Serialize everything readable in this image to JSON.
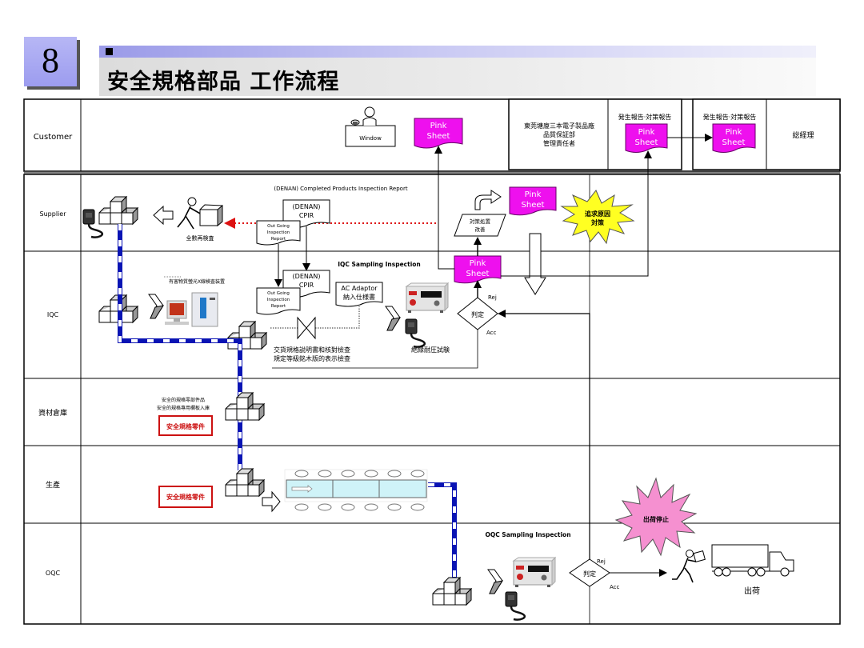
{
  "slide": {
    "number": "8",
    "title": "安全規格部品 工作流程"
  },
  "lanes": [
    {
      "id": "customer",
      "label": "Customer"
    },
    {
      "id": "supplier",
      "label": "Supplier"
    },
    {
      "id": "iqc",
      "label": "IQC"
    },
    {
      "id": "warehouse",
      "label": "資材倉庫"
    },
    {
      "id": "production",
      "label": "生產"
    },
    {
      "id": "oqc",
      "label": "OQC"
    }
  ],
  "customer": {
    "window_label": "Window",
    "pink_sheet_1": [
      "Pink",
      "Sheet"
    ],
    "qa_manager": [
      "東莞塘廈三本電子製品廠",
      "品質保証部",
      "管理責任者"
    ],
    "report_label_1": "発生報告·対策報告",
    "pink_sheet_2": [
      "Pink",
      "Sheet"
    ],
    "report_label_2": "発生報告·対策報告",
    "pink_sheet_3": [
      "Pink",
      "Sheet"
    ],
    "general_manager": "総経理"
  },
  "supplier": {
    "report_title": "(DENAN) Completed Products Inspection Report",
    "cpir_doc": [
      "(DENAN)",
      "CPIR"
    ],
    "outgoing_doc": [
      "Out Going",
      "Inspection",
      "Report"
    ],
    "reinspect_label": "全數再検査",
    "countermeasure_doc": [
      "対策処置",
      "改善"
    ],
    "pink_sheet": [
      "Pink",
      "Sheet"
    ],
    "burst_label": [
      "追求原因",
      "対策"
    ]
  },
  "iqc": {
    "sampling_title": "IQC Sampling Inspection",
    "xray_label": "有害物質螢光X線検査装置",
    "cpir_doc": [
      "(DENAN)",
      "CPIR"
    ],
    "outgoing_doc": [
      "Out Going",
      "Inspection",
      "Report"
    ],
    "ac_adaptor_doc": [
      "AC Adaptor",
      "納入仕様書"
    ],
    "check_label": [
      "交貨規格説明書和核對檢查",
      "規定等級銘木版的表示檢查"
    ],
    "hipot_label": "絶縁耐圧試験",
    "pink_sheet": [
      "Pink",
      "Sheet"
    ],
    "decision_label": "判定",
    "rej_label": "Rej",
    "acc_label": "Acc"
  },
  "warehouse": {
    "note": [
      "安全的規格零部件品",
      "安全的規格專用欄板入庫"
    ],
    "tag_label": "安全規格零件"
  },
  "production": {
    "tag_label": "安全規格零件"
  },
  "oqc": {
    "sampling_title": "OQC Sampling Inspection",
    "decision_label": "判定",
    "rej_label": "Rej",
    "acc_label": "Acc",
    "stop_label": "出荷停止",
    "ship_label": "出荷"
  },
  "colors": {
    "pink_sheet": "#ee10ee",
    "burst_yellow": "#ffff22",
    "burst_pink": "#f590d0",
    "flow_blue": "#0a14b4",
    "red_dotted": "#dd1111",
    "tag_red": "#cc1111",
    "conveyor": "#cff3f8"
  }
}
